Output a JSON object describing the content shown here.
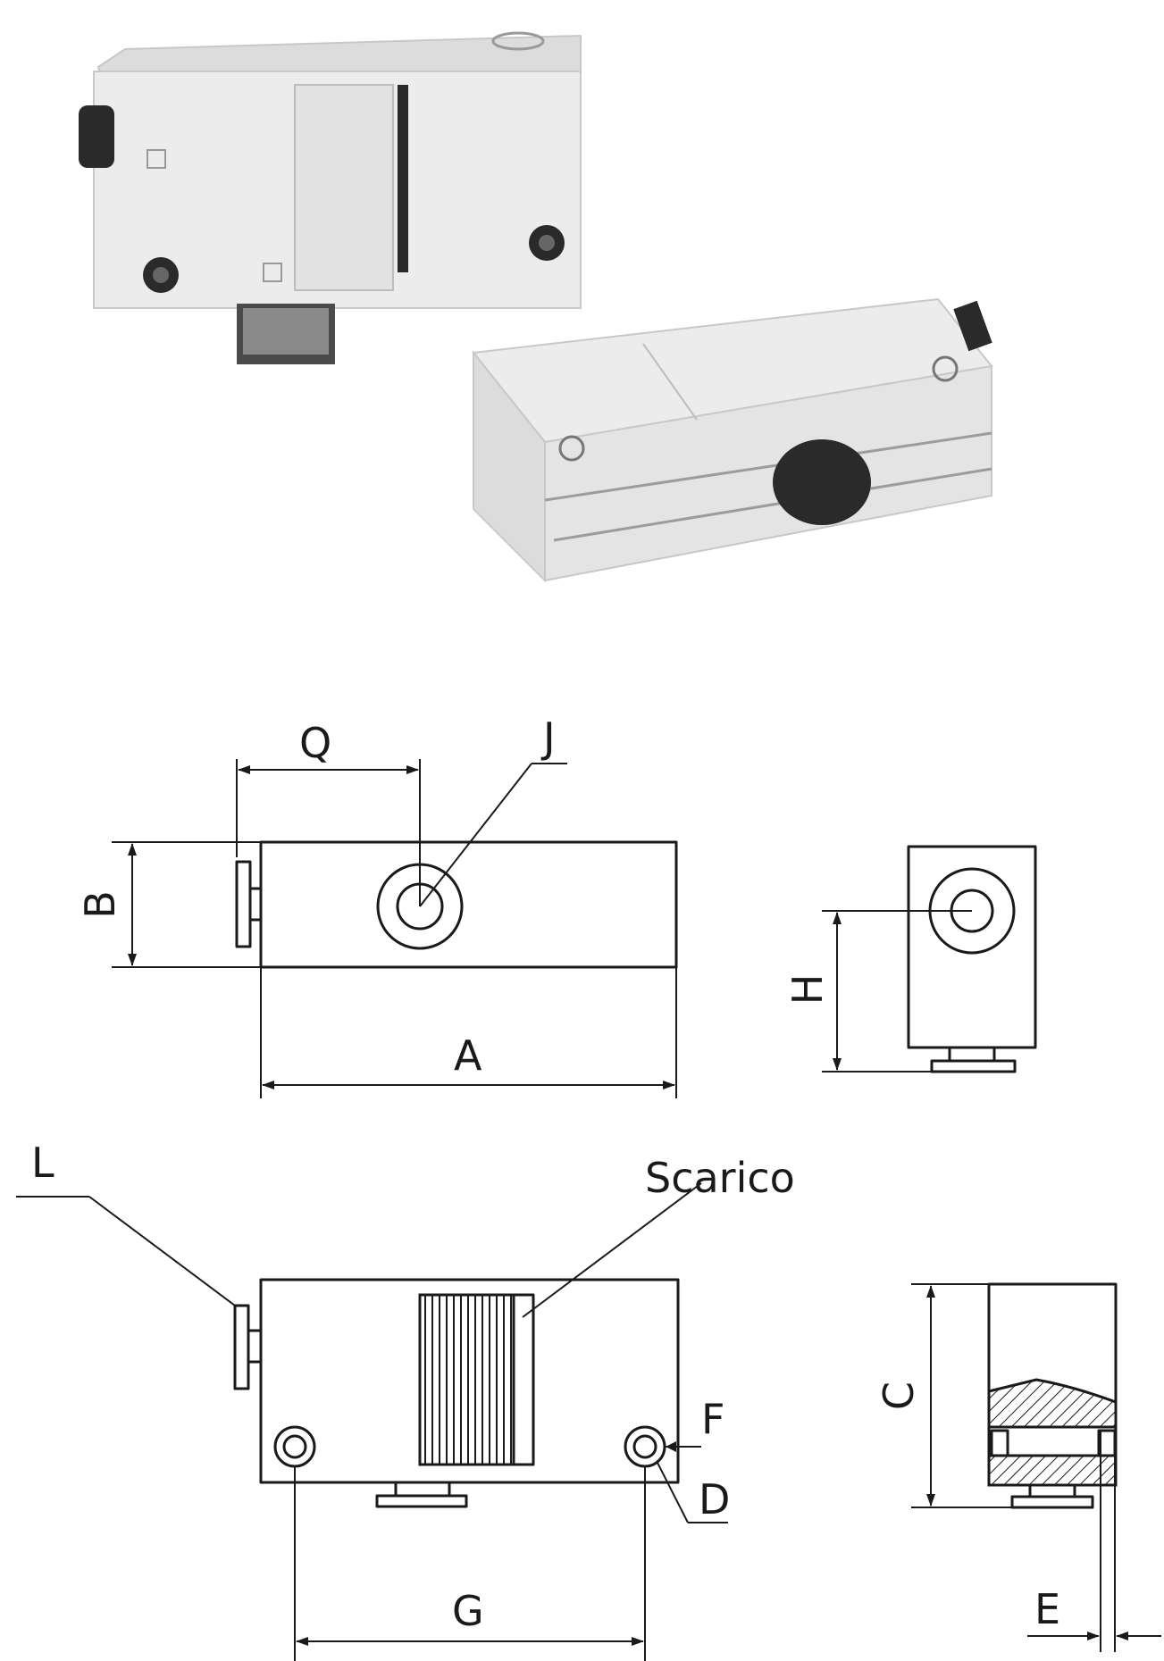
{
  "labels": {
    "Q": "Q",
    "J": "J",
    "B": "B",
    "A": "A",
    "H": "H",
    "L": "L",
    "scarico": "Scarico",
    "F": "F",
    "D": "D",
    "C": "C",
    "G": "G",
    "E": "E"
  },
  "colors": {
    "line": "#1a1a1a",
    "background": "#ffffff"
  }
}
